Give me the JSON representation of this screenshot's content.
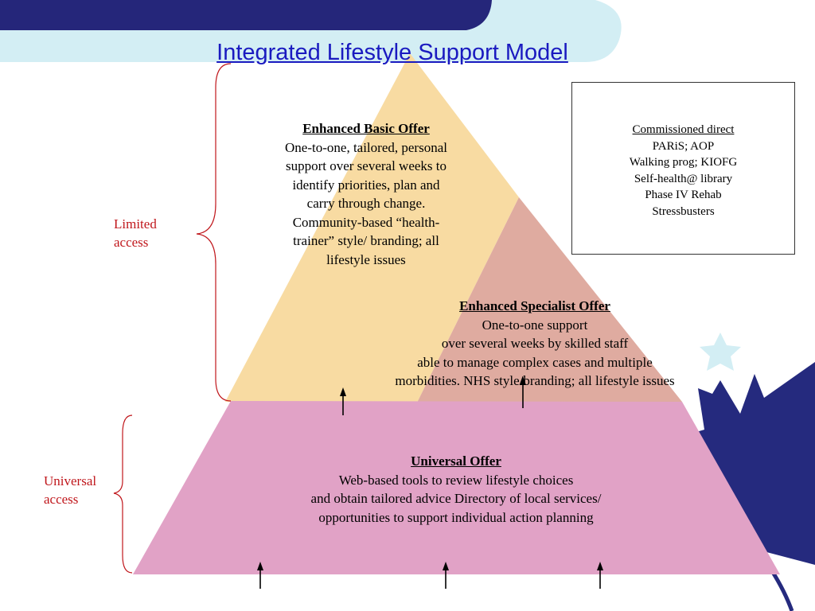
{
  "title": "Integrated Lifestyle Support Model",
  "colors": {
    "title": "#1a1ac0",
    "banner_navy": "#25267a",
    "banner_light": "#d3eef4",
    "tier_basic": "#f8dba2",
    "tier_specialist": "#dfaba0",
    "tier_universal": "#e1a2c6",
    "access_label": "#c0171c",
    "leaf": "#252a7e",
    "star": "#d3eef4"
  },
  "tiers": {
    "basic": {
      "heading": "Enhanced Basic Offer",
      "lines": [
        "One-to-one, tailored, personal",
        "support over several weeks to",
        "identify priorities, plan and",
        "carry through change.",
        "Community-based “health-",
        "trainer” style/ branding; all",
        "lifestyle issues"
      ]
    },
    "specialist": {
      "heading": "Enhanced Specialist Offer",
      "lines": [
        "One-to-one support",
        "over several weeks by skilled staff",
        "able to manage complex cases and multiple",
        "morbidities. NHS style/branding; all lifestyle issues"
      ]
    },
    "universal": {
      "heading": "Universal Offer",
      "lines": [
        "Web-based tools to review lifestyle choices",
        "and obtain tailored advice Directory of local services/",
        "opportunities to support individual action planning"
      ]
    }
  },
  "access_labels": {
    "limited": [
      "Limited",
      "access"
    ],
    "universal": [
      "Universal",
      "access"
    ]
  },
  "commissioned": {
    "heading": "Commissioned direct",
    "items": [
      "PARiS; AOP",
      "Walking prog; KIOFG",
      "Self-health@ library",
      "Phase IV Rehab",
      "Stressbusters"
    ]
  },
  "decor": {
    "background_icons": [
      "star-icon",
      "maple-leaf-icon"
    ],
    "arrow_icon": "up-arrow-icon"
  }
}
